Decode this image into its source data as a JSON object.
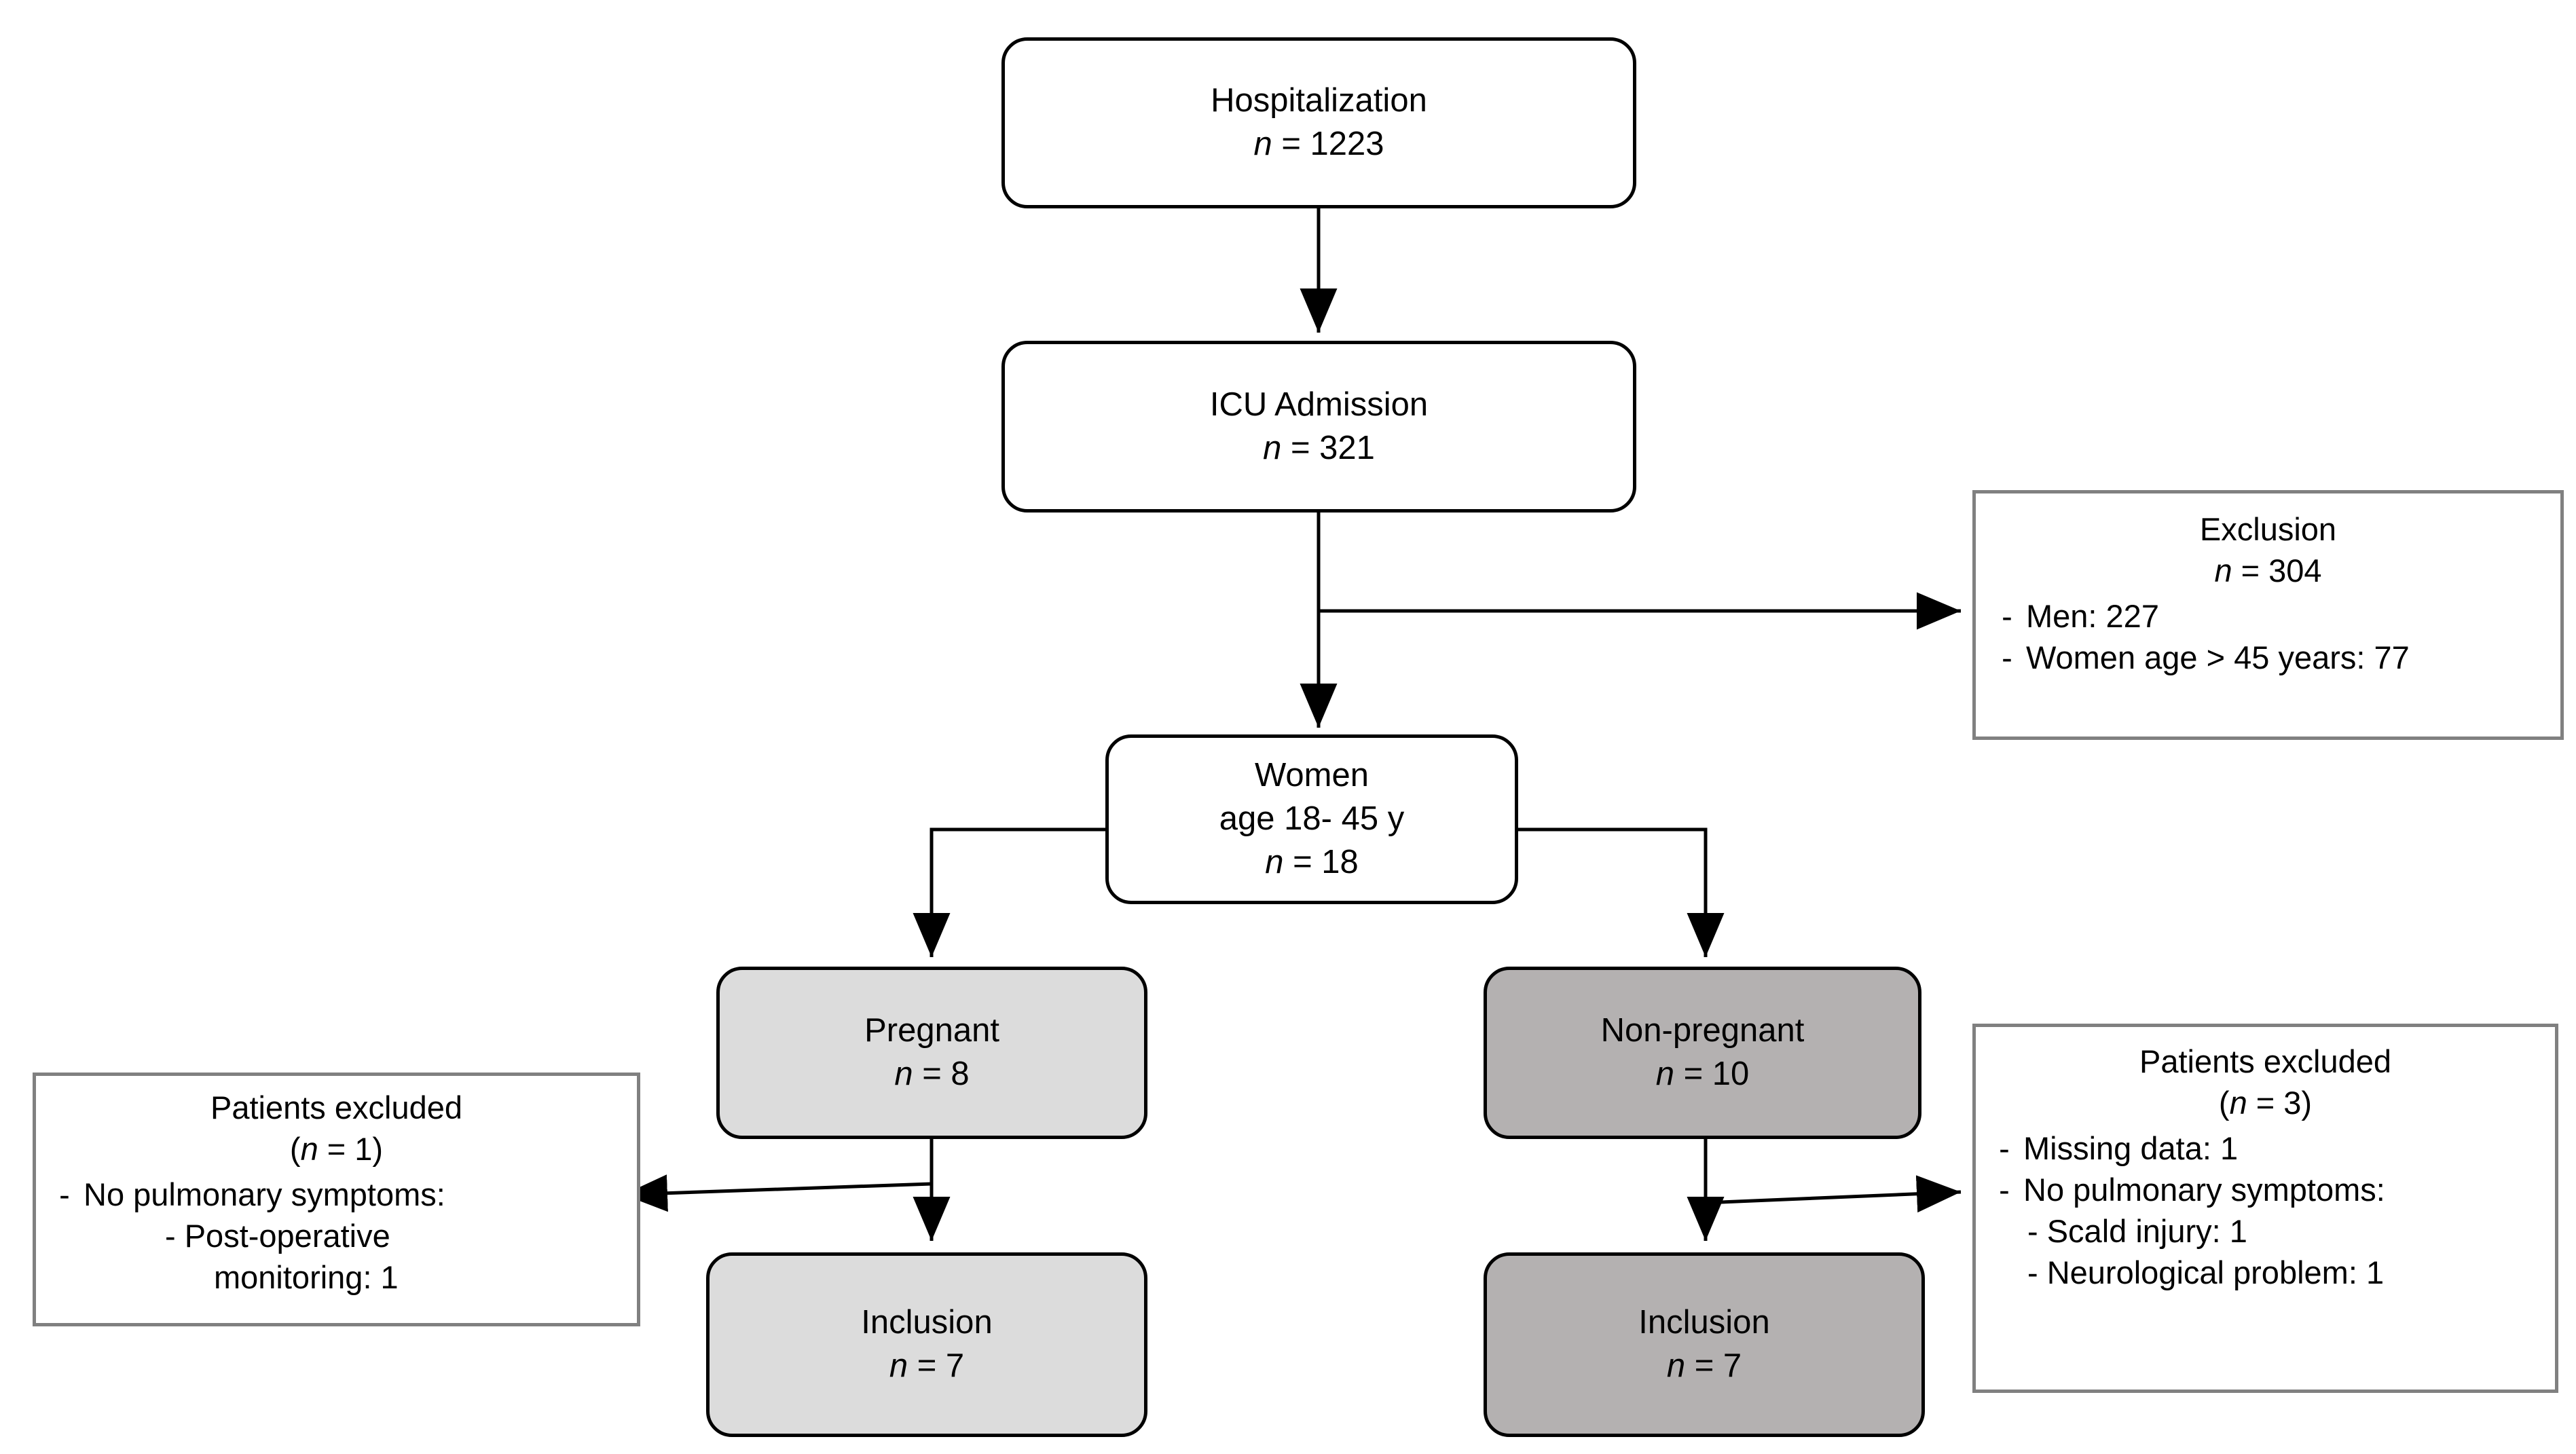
{
  "figure": {
    "type": "flowchart",
    "title": "Patient selection flow diagram",
    "colors": {
      "box_border": "#000000",
      "note_border": "#808080",
      "fill_white": "#ffffff",
      "fill_light_gray": "#dcdcdc",
      "fill_dark_gray": "#b4b1b1",
      "connector": "#000000"
    }
  },
  "nodes": {
    "hospitalization": {
      "label": "Hospitalization",
      "n_prefix": "n",
      "n_text": " = 1223",
      "n_value": 1223
    },
    "icu_admission": {
      "label": "ICU Admission",
      "n_prefix": "n",
      "n_text": " = 321",
      "n_value": 321
    },
    "women": {
      "label": "Women",
      "label2": "age 18- 45 y",
      "n_prefix": "n",
      "n_text": " = 18",
      "n_value": 18
    },
    "pregnant": {
      "label": "Pregnant",
      "n_prefix": "n",
      "n_text": " = 8",
      "n_value": 8
    },
    "non_pregnant": {
      "label": "Non-pregnant",
      "n_prefix": "n",
      "n_text": " = 10",
      "n_value": 10
    },
    "inclusion_left": {
      "label": "Inclusion",
      "n_prefix": "n",
      "n_text": " = 7",
      "n_value": 7
    },
    "inclusion_right": {
      "label": "Inclusion",
      "n_prefix": "n",
      "n_text": " = 7",
      "n_value": 7
    }
  },
  "notes": {
    "exclusion": {
      "title": "Exclusion",
      "n_prefix": "n",
      "n_text": " = 304",
      "n_value": 304,
      "bullets": [
        {
          "dash": "-",
          "text": "Men: 227"
        },
        {
          "dash": "-",
          "text": "Women age > 45 years: 77"
        }
      ]
    },
    "excluded_left": {
      "title": "Patients excluded",
      "n_open": "(",
      "n_prefix": "n",
      "n_text": " = 1",
      "n_close": ")",
      "n_value": 1,
      "bullets": [
        {
          "dash": "-",
          "text": "No pulmonary symptoms:"
        }
      ],
      "sub": [
        "-   Post-operative",
        "monitoring: 1"
      ]
    },
    "excluded_right": {
      "title": "Patients excluded",
      "n_open": "(",
      "n_prefix": "n",
      "n_text": " = 3",
      "n_close": ")",
      "n_value": 3,
      "bullets": [
        {
          "dash": "-",
          "text": "Missing data: 1"
        },
        {
          "dash": "-",
          "text": "No pulmonary symptoms:"
        }
      ],
      "sub": [
        "- Scald injury: 1",
        "- Neurological problem:  1"
      ]
    }
  }
}
